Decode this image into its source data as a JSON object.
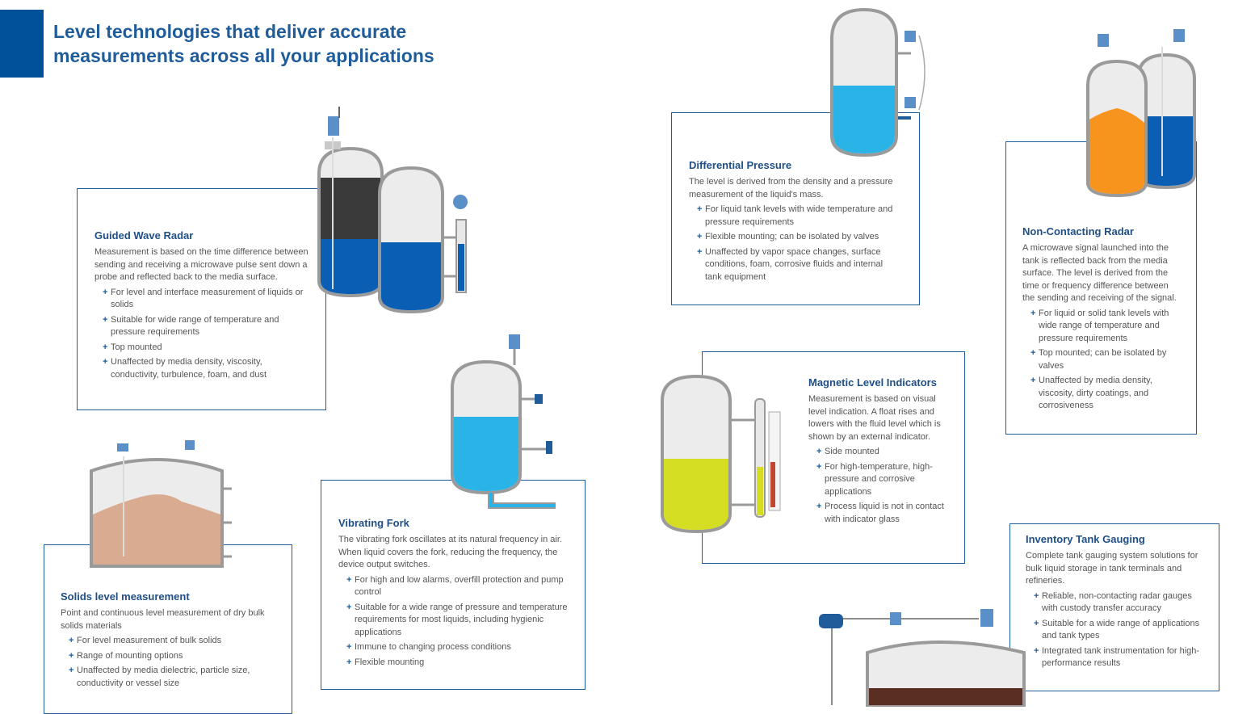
{
  "header": {
    "title_line1": "Level technologies that deliver accurate",
    "title_line2": "measurements across all your applications"
  },
  "colors": {
    "brand_blue": "#00509a",
    "title_blue": "#1f5c99",
    "dark_liquid": "#3a3a3a",
    "blue_liquid": "#0a5fb4",
    "cyan_liquid": "#29b3e6",
    "orange_solid": "#f7941d",
    "yellow_liquid": "#d6de23",
    "tan_solid": "#d9ab90",
    "brown_liquid": "#5a2e22"
  },
  "cards": {
    "gwr": {
      "title": "Guided Wave Radar",
      "desc": "Measurement is based on the time difference between sending and receiving a microwave pulse sent down a probe and reflected back to the media surface.",
      "bullets": [
        "For level and interface measurement of liquids or solids",
        "Suitable for wide range of temperature and pressure requirements",
        "Top mounted",
        "Unaffected by media density, viscosity, conductivity, turbulence, foam, and dust"
      ]
    },
    "dp": {
      "title": "Differential Pressure",
      "desc": "The level is derived from the density and a pressure measurement of the liquid's mass.",
      "bullets": [
        "For liquid tank levels with wide temperature and pressure requirements",
        "Flexible mounting; can be isolated by valves",
        "Unaffected by vapor space changes, surface conditions, foam, corrosive fluids and internal tank equipment"
      ]
    },
    "ncr": {
      "title": "Non-Contacting Radar",
      "desc": "A microwave signal launched into the tank is reflected back from the media surface. The level is derived from the time or frequency difference between the sending and receiving of the signal.",
      "bullets": [
        "For liquid or solid tank levels with wide range of temperature and pressure requirements",
        "Top mounted; can be isolated by valves",
        "Unaffected by media density, viscosity, dirty coatings, and corrosiveness"
      ]
    },
    "mli": {
      "title": "Magnetic Level Indicators",
      "desc": "Measurement is based on visual level indication. A float rises and lowers with the fluid level which is shown by an external indicator.",
      "bullets": [
        "Side mounted",
        "For high-temperature, high-pressure and corrosive applications",
        "Process liquid is not in contact with indicator glass"
      ]
    },
    "vf": {
      "title": "Vibrating Fork",
      "desc": "The vibrating fork oscillates at its natural frequency in air. When liquid covers the fork, reducing the frequency, the device output switches.",
      "bullets": [
        "For high and low alarms, overfill protection and pump control",
        "Suitable for a wide range of pressure and temperature requirements for most liquids, including hygienic applications",
        "Immune to changing process conditions",
        "Flexible mounting"
      ]
    },
    "solids": {
      "title": "Solids level measurement",
      "desc": "Point and continuous level measurement of dry bulk solids materials",
      "bullets": [
        "For level measurement of bulk solids",
        "Range of mounting options",
        "Unaffected by media dielectric, particle size, conductivity or vessel size"
      ]
    },
    "itg": {
      "title": "Inventory Tank Gauging",
      "desc": "Complete tank gauging system solutions for bulk liquid storage in tank terminals and refineries.",
      "bullets": [
        "Reliable, non-contacting radar gauges with custody transfer accuracy",
        "Suitable for a wide range of applications and tank types",
        "Integrated tank instrumentation for high-performance results"
      ]
    }
  }
}
